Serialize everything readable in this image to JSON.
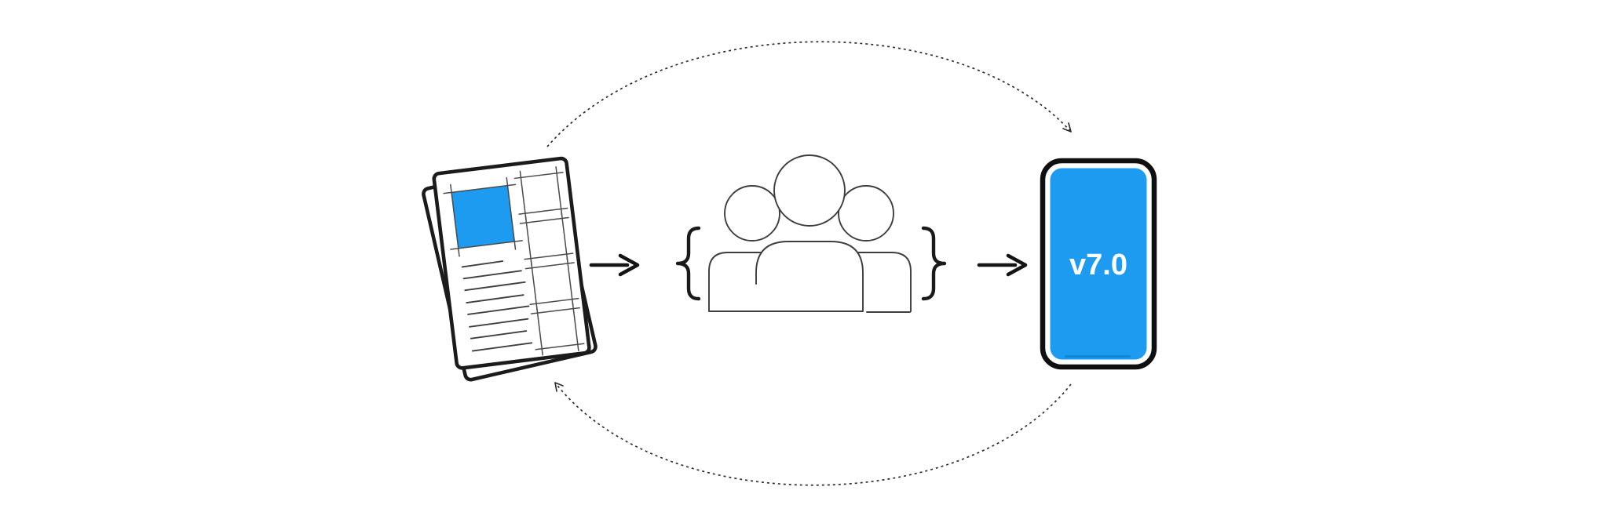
{
  "page": {
    "background_color": "#ffffff"
  },
  "diagram": {
    "colors": {
      "accent_blue": "#1D9BF0",
      "ink": "#1a1a1a",
      "sketch_stroke": "#3f3f3f",
      "people_stroke": "#3d3d3d",
      "phone_border": "#0f0f0f",
      "home_indicator": "#0c83d6",
      "label_text": "#ffffff"
    },
    "wireframe_document": {
      "page_count": 2,
      "thumbnail_count": 4,
      "text_line_count": 8,
      "hero_block_color": "#1D9BF0"
    },
    "user_group": {
      "people_count": 3,
      "brace_left": "{",
      "brace_right": "}"
    },
    "phone": {
      "screen_label": "v7.0"
    },
    "connectors": {
      "solid_arrow_count": 2,
      "dashed_arc_count": 2
    }
  }
}
